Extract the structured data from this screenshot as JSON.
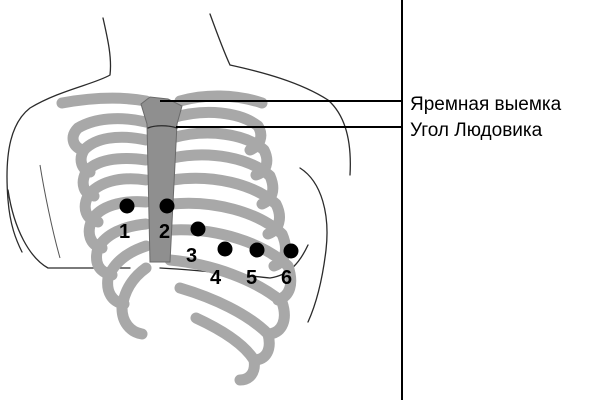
{
  "labels": {
    "jugular_notch": "Яремная выемка",
    "angle_of_louis": "Угол Людовика"
  },
  "leads": [
    "1",
    "2",
    "3",
    "4",
    "5",
    "6"
  ],
  "colors": {
    "bone": "#a8a8a8",
    "sternum": "#8f8f8f",
    "outline": "#2b2b2b",
    "marker": "#000000"
  }
}
